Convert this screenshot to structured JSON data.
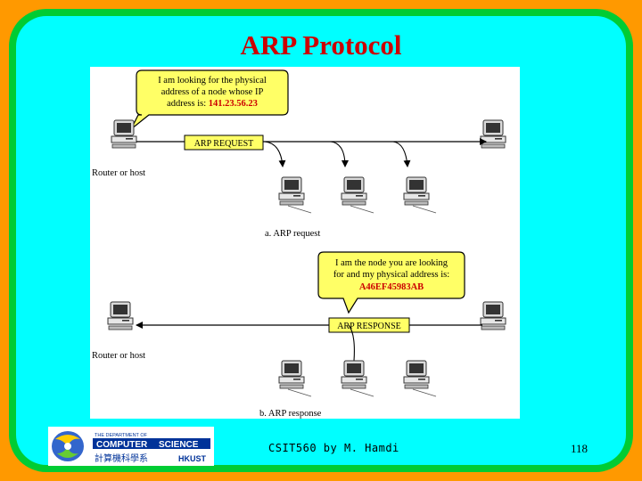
{
  "slide": {
    "title": "ARP Protocol",
    "footer": "CSIT560 by M. Hamdi",
    "page_number": "118"
  },
  "diagram": {
    "request": {
      "bubble_lines": [
        "I am looking for the physical",
        "address of a node whose IP",
        "address is: 141.23.56.23"
      ],
      "bubble_lines_prefix": "address is: ",
      "ip_address": "141.23.56.23",
      "packet_label": "ARP REQUEST",
      "host_label": "Router or host",
      "caption": "a. ARP request"
    },
    "response": {
      "bubble_line1": "I am the node you are looking",
      "bubble_line2": "for and my physical address is:",
      "mac_address": "A46EF45983AB",
      "packet_label": "ARP RESPONSE",
      "host_label": "Router or host",
      "caption": "b. ARP response"
    }
  },
  "logo": {
    "line1": "THE DEPARTMENT OF",
    "word1": "COMPUTER",
    "word2": "SCIENCE",
    "chinese": "計算機科學系",
    "org": "HKUST"
  },
  "colors": {
    "background": "#ff9900",
    "frame": "#00cc33",
    "panel": "#00ffff",
    "title": "#cc0000",
    "bubble": "#ffff66",
    "packet": "#ffff66",
    "highlight_text": "#cc0000"
  }
}
